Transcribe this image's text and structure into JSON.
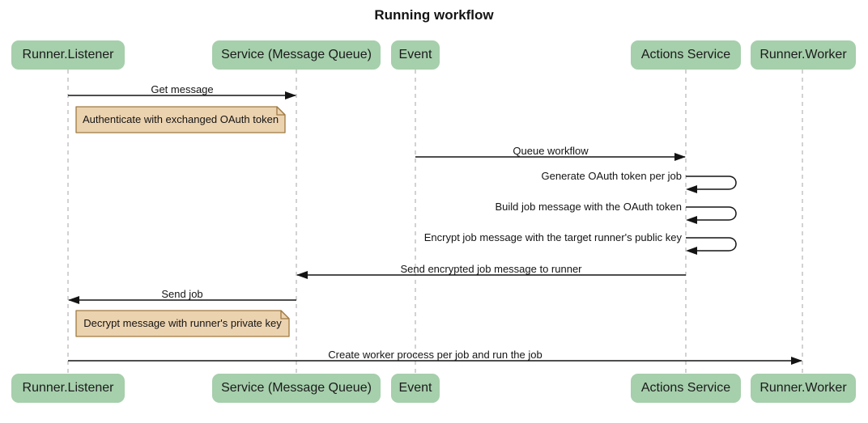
{
  "title": "Running workflow",
  "diagram_type": "sequence",
  "actors": [
    {
      "label": "Runner.Listener"
    },
    {
      "label": "Service (Message Queue)"
    },
    {
      "label": "Event"
    },
    {
      "label": "Actions Service"
    },
    {
      "label": "Runner.Worker"
    }
  ],
  "messages": [
    {
      "label": "Get message",
      "from": "Runner.Listener",
      "to": "Service (Message Queue)",
      "direction": "right"
    },
    {
      "label": "Queue workflow",
      "from": "Event",
      "to": "Actions Service",
      "direction": "right"
    },
    {
      "label": "Generate OAuth token per job",
      "from": "Actions Service",
      "to": "Actions Service",
      "direction": "self"
    },
    {
      "label": "Build job message with the OAuth token",
      "from": "Actions Service",
      "to": "Actions Service",
      "direction": "self"
    },
    {
      "label": "Encrypt job message with the target runner's public key",
      "from": "Actions Service",
      "to": "Actions Service",
      "direction": "self"
    },
    {
      "label": "Send encrypted job message to runner",
      "from": "Actions Service",
      "to": "Service (Message Queue)",
      "direction": "left"
    },
    {
      "label": "Send job",
      "from": "Service (Message Queue)",
      "to": "Runner.Listener",
      "direction": "left"
    },
    {
      "label": "Create worker process per job and run the job",
      "from": "Runner.Listener",
      "to": "Runner.Worker",
      "direction": "right"
    }
  ],
  "notes": [
    {
      "label": "Authenticate with exchanged OAuth token",
      "over": "Runner.Listener"
    },
    {
      "label": "Decrypt message with runner's private key",
      "over": "Runner.Listener"
    }
  ],
  "colors": {
    "background": "#ffffff",
    "actor-fill": "#a6cfac",
    "actor-text": "#1b1b1b",
    "note-fill": "#ecd3b0",
    "note-border": "#9f7a42",
    "lifeline": "#a6a6a6",
    "ink": "#141414"
  }
}
